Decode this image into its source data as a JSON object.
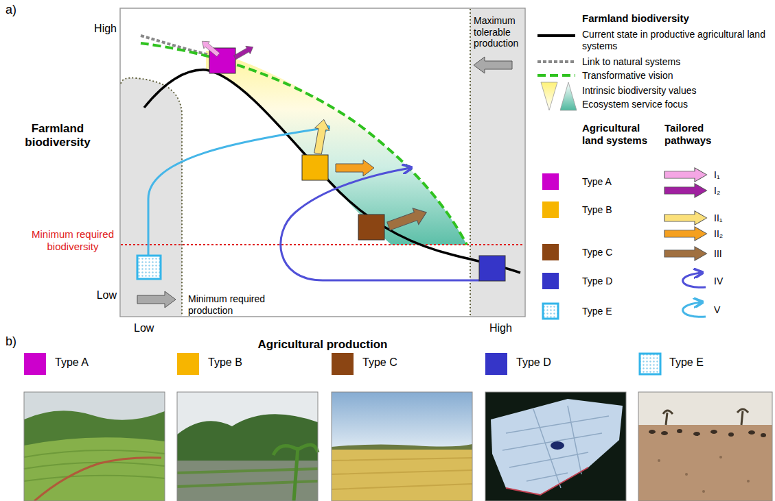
{
  "diagram": {
    "labels": [
      "a)",
      "High",
      "Farmland biodiversity",
      "Low",
      "Minimum required biodiversity",
      "Maximum tolerable production",
      "Minimum required production",
      "Low",
      "High",
      "Agricultural production",
      "Farmland biodiversity",
      "Agricultural land systems",
      "Tailored pathways",
      "b)",
      "Type A",
      "Type B",
      "Type C",
      "Type D",
      "Type E"
    ],
    "legend": [
      {
        "text": "Current state in productive agricultural land systems"
      },
      {
        "text": "Link to natural systems"
      },
      {
        "text": "Transformative vision"
      },
      {
        "text": "Intrinsic biodiversity values"
      },
      {
        "text": "Ecosystem service focus"
      },
      {
        "text": "Type A",
        "color": "#cc00cc"
      },
      {
        "text": "Type B",
        "color": "#f7b500"
      },
      {
        "text": "Type C",
        "color": "#8b4513"
      },
      {
        "text": "Type D",
        "color": "#3535c8"
      },
      {
        "text": "Type E"
      },
      {
        "text": "I₁"
      },
      {
        "text": "I₂"
      },
      {
        "text": "II₁"
      },
      {
        "text": "II₂"
      },
      {
        "text": "III"
      },
      {
        "text": "IV"
      },
      {
        "text": "V"
      }
    ]
  }
}
